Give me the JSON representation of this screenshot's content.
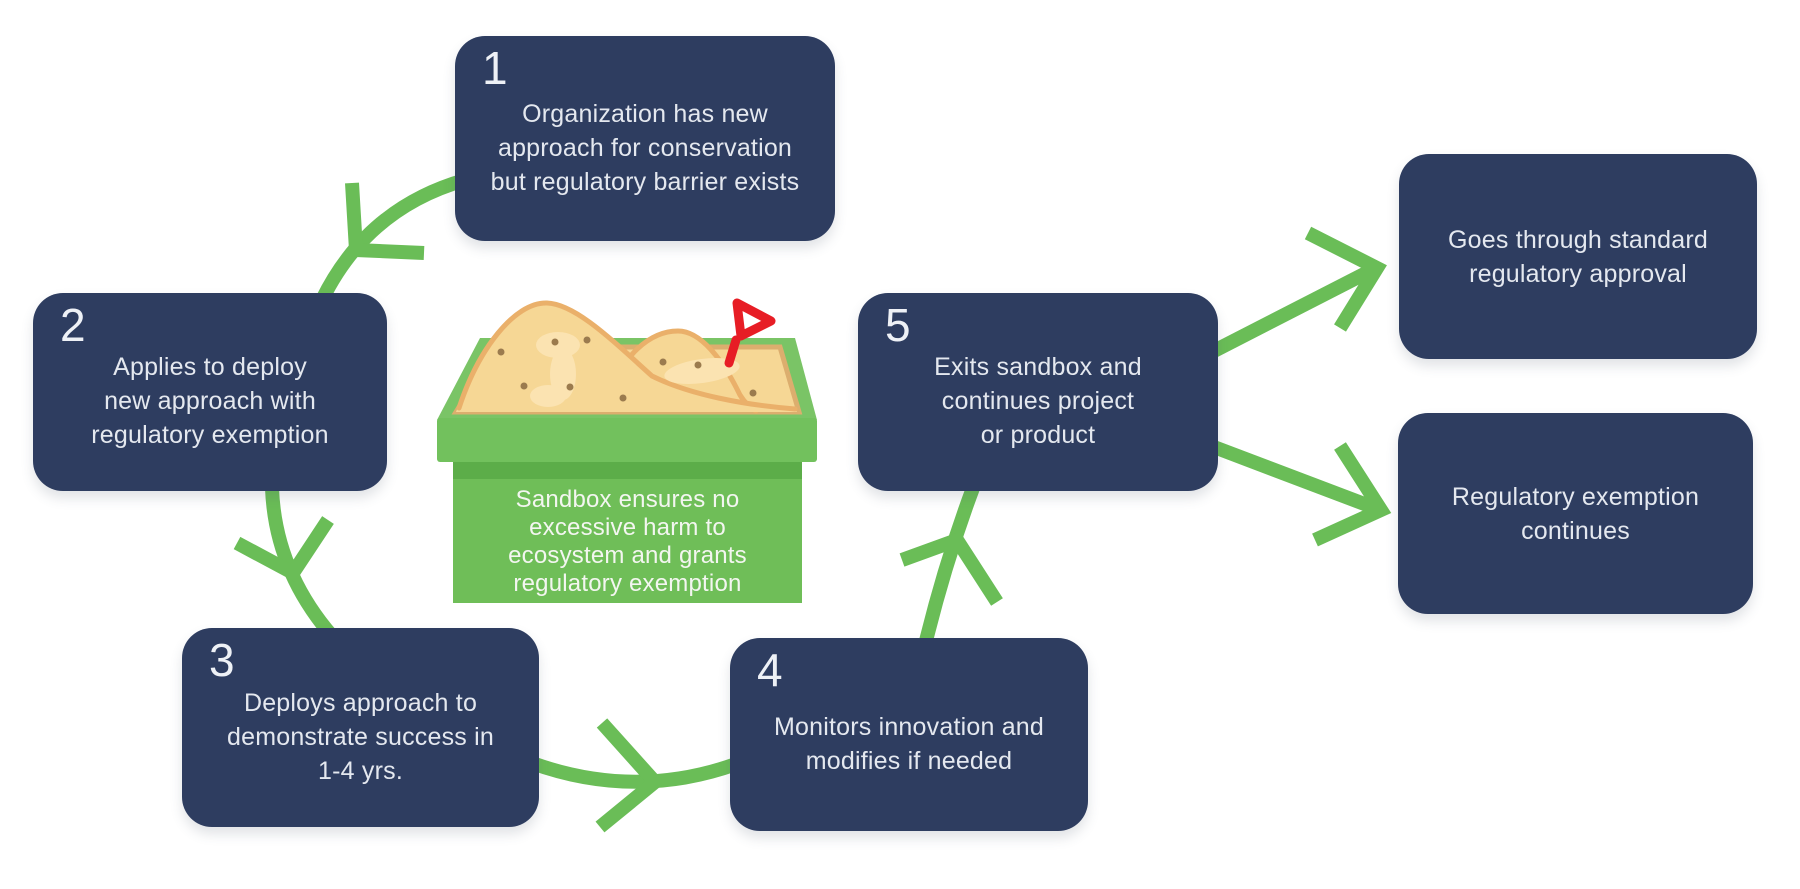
{
  "steps": [
    {
      "number": "1",
      "text": "Organization has new\napproach for conservation\nbut regulatory barrier exists"
    },
    {
      "number": "2",
      "text": "Applies to deploy\nnew approach with\nregulatory exemption"
    },
    {
      "number": "3",
      "text": "Deploys approach to\ndemonstrate success in\n1-4 yrs."
    },
    {
      "number": "4",
      "text": "Monitors innovation and\nmodifies if needed"
    },
    {
      "number": "5",
      "text": "Exits sandbox and\ncontinues project\nor product"
    }
  ],
  "outcomes": [
    {
      "text": "Goes through standard\nregulatory approval"
    },
    {
      "text": "Regulatory exemption\ncontinues"
    }
  ],
  "sandbox": {
    "caption": "Sandbox ensures no\nexcessive harm to\necosystem and grants\nregulatory exemption"
  },
  "colors": {
    "box_navy": "#2e3d60",
    "arrow_green": "#6abd57",
    "sandbox_green": "#6fbe58",
    "sand": "#f6d795",
    "flag_red": "#e71d25",
    "text_light": "#e4e8ef"
  }
}
